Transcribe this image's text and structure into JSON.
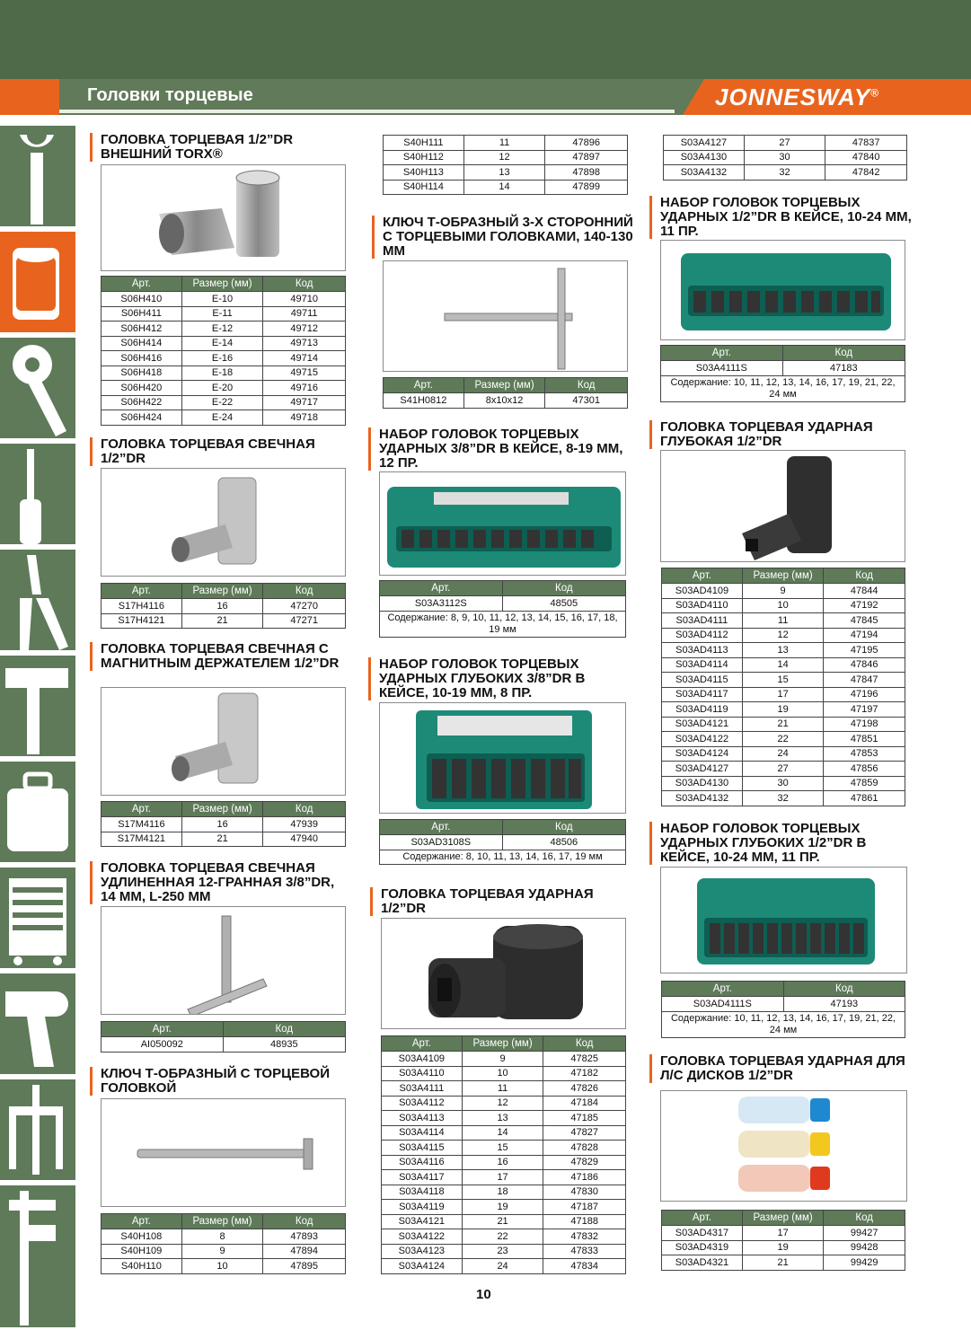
{
  "header": {
    "title": "Головки торцевые",
    "brand": "JONNESWAY",
    "brand_mark": "®"
  },
  "table_headers": {
    "art": "Арт.",
    "size": "Размер (мм)",
    "code": "Код"
  },
  "content_label": "Содержание:",
  "col1": [
    {
      "title": "ГОЛОВКА ТОРЦЕВАЯ 1/2”DR ВНЕШНИЙ TORX®",
      "rows": [
        [
          "S06H410",
          "E-10",
          "49710"
        ],
        [
          "S06H411",
          "E-11",
          "49711"
        ],
        [
          "S06H412",
          "E-12",
          "49712"
        ],
        [
          "S06H414",
          "E-14",
          "49713"
        ],
        [
          "S06H416",
          "E-16",
          "49714"
        ],
        [
          "S06H418",
          "E-18",
          "49715"
        ],
        [
          "S06H420",
          "E-20",
          "49716"
        ],
        [
          "S06H422",
          "E-22",
          "49717"
        ],
        [
          "S06H424",
          "E-24",
          "49718"
        ]
      ]
    },
    {
      "title": "ГОЛОВКА ТОРЦЕВАЯ СВЕЧНАЯ 1/2”DR",
      "rows": [
        [
          "S17H4116",
          "16",
          "47270"
        ],
        [
          "S17H4121",
          "21",
          "47271"
        ]
      ]
    },
    {
      "title": "ГОЛОВКА ТОРЦЕВАЯ СВЕЧНАЯ С МАГНИТНЫМ ДЕРЖАТЕЛЕМ 1/2”DR",
      "rows": [
        [
          "S17M4116",
          "16",
          "47939"
        ],
        [
          "S17M4121",
          "21",
          "47940"
        ]
      ]
    },
    {
      "title": "ГОЛОВКА ТОРЦЕВАЯ СВЕЧНАЯ УДЛИНЕННАЯ 12-ГРАННАЯ 3/8”DR, 14 ММ, L-250 ММ",
      "rows": [
        [
          "AI050092",
          "48935"
        ]
      ]
    },
    {
      "title": "КЛЮЧ Т-ОБРАЗНЫЙ С ТОРЦЕВОЙ ГОЛОВКОЙ",
      "rows": [
        [
          "S40H108",
          "8",
          "47893"
        ],
        [
          "S40H109",
          "9",
          "47894"
        ],
        [
          "S40H110",
          "10",
          "47895"
        ]
      ]
    }
  ],
  "col2": [
    {
      "rows": [
        [
          "S40H111",
          "11",
          "47896"
        ],
        [
          "S40H112",
          "12",
          "47897"
        ],
        [
          "S40H113",
          "13",
          "47898"
        ],
        [
          "S40H114",
          "14",
          "47899"
        ]
      ]
    },
    {
      "title": "КЛЮЧ Т-ОБРАЗНЫЙ 3-Х СТОРОННИЙ С ТОРЦЕВЫМИ ГОЛОВКАМИ, 140-130 ММ",
      "rows": [
        [
          "S41H0812",
          "8x10x12",
          "47301"
        ]
      ]
    },
    {
      "title": "НАБОР ГОЛОВОК ТОРЦЕВЫХ УДАРНЫХ 3/8”DR В КЕЙСЕ, 8-19 ММ, 12 ПР.",
      "rows": [
        [
          "S03A3112S",
          "48505"
        ]
      ],
      "content": "8, 9, 10, 11, 12, 13, 14, 15, 16, 17, 18, 19 мм"
    },
    {
      "title": "НАБОР ГОЛОВОК ТОРЦЕВЫХ УДАРНЫХ ГЛУБОКИХ 3/8”DR В КЕЙСЕ, 10-19 ММ, 8 ПР.",
      "rows": [
        [
          "S03AD3108S",
          "48506"
        ]
      ],
      "content": "8, 10, 11, 13, 14, 16, 17, 19 мм"
    },
    {
      "title": "ГОЛОВКА ТОРЦЕВАЯ УДАРНАЯ 1/2”DR",
      "rows": [
        [
          "S03A4109",
          "9",
          "47825"
        ],
        [
          "S03A4110",
          "10",
          "47182"
        ],
        [
          "S03A4111",
          "11",
          "47826"
        ],
        [
          "S03A4112",
          "12",
          "47184"
        ],
        [
          "S03A4113",
          "13",
          "47185"
        ],
        [
          "S03A4114",
          "14",
          "47827"
        ],
        [
          "S03A4115",
          "15",
          "47828"
        ],
        [
          "S03A4116",
          "16",
          "47829"
        ],
        [
          "S03A4117",
          "17",
          "47186"
        ],
        [
          "S03A4118",
          "18",
          "47830"
        ],
        [
          "S03A4119",
          "19",
          "47187"
        ],
        [
          "S03A4121",
          "21",
          "47188"
        ],
        [
          "S03A4122",
          "22",
          "47832"
        ],
        [
          "S03A4123",
          "23",
          "47833"
        ],
        [
          "S03A4124",
          "24",
          "47834"
        ]
      ]
    }
  ],
  "col3": [
    {
      "rows": [
        [
          "S03A4127",
          "27",
          "47837"
        ],
        [
          "S03A4130",
          "30",
          "47840"
        ],
        [
          "S03A4132",
          "32",
          "47842"
        ]
      ]
    },
    {
      "title": "НАБОР ГОЛОВОК ТОРЦЕВЫХ УДАРНЫХ 1/2”DR В КЕЙСЕ, 10-24 ММ, 11 ПР.",
      "rows": [
        [
          "S03A4111S",
          "47183"
        ]
      ],
      "content": "10, 11, 12, 13, 14, 16, 17, 19, 21, 22, 24 мм"
    },
    {
      "title": "ГОЛОВКА ТОРЦЕВАЯ УДАРНАЯ ГЛУБОКАЯ 1/2”DR",
      "rows": [
        [
          "S03AD4109",
          "9",
          "47844"
        ],
        [
          "S03AD4110",
          "10",
          "47192"
        ],
        [
          "S03AD4111",
          "11",
          "47845"
        ],
        [
          "S03AD4112",
          "12",
          "47194"
        ],
        [
          "S03AD4113",
          "13",
          "47195"
        ],
        [
          "S03AD4114",
          "14",
          "47846"
        ],
        [
          "S03AD4115",
          "15",
          "47847"
        ],
        [
          "S03AD4117",
          "17",
          "47196"
        ],
        [
          "S03AD4119",
          "19",
          "47197"
        ],
        [
          "S03AD4121",
          "21",
          "47198"
        ],
        [
          "S03AD4122",
          "22",
          "47851"
        ],
        [
          "S03AD4124",
          "24",
          "47853"
        ],
        [
          "S03AD4127",
          "27",
          "47856"
        ],
        [
          "S03AD4130",
          "30",
          "47859"
        ],
        [
          "S03AD4132",
          "32",
          "47861"
        ]
      ]
    },
    {
      "title": "НАБОР ГОЛОВОК ТОРЦЕВЫХ УДАРНЫХ ГЛУБОКИХ 1/2”DR В КЕЙСЕ, 10-24 ММ, 11 ПР.",
      "rows": [
        [
          "S03AD4111S",
          "47193"
        ]
      ],
      "content": "10, 11, 12, 13, 14, 16, 17, 19, 21, 22, 24 мм"
    },
    {
      "title": "ГОЛОВКА ТОРЦЕВАЯ УДАРНАЯ ДЛЯ Л/С ДИСКОВ 1/2”DR",
      "rows": [
        [
          "S03AD4317",
          "17",
          "99427"
        ],
        [
          "S03AD4319",
          "19",
          "99428"
        ],
        [
          "S03AD4321",
          "21",
          "99429"
        ]
      ]
    }
  ],
  "page_number": "10"
}
